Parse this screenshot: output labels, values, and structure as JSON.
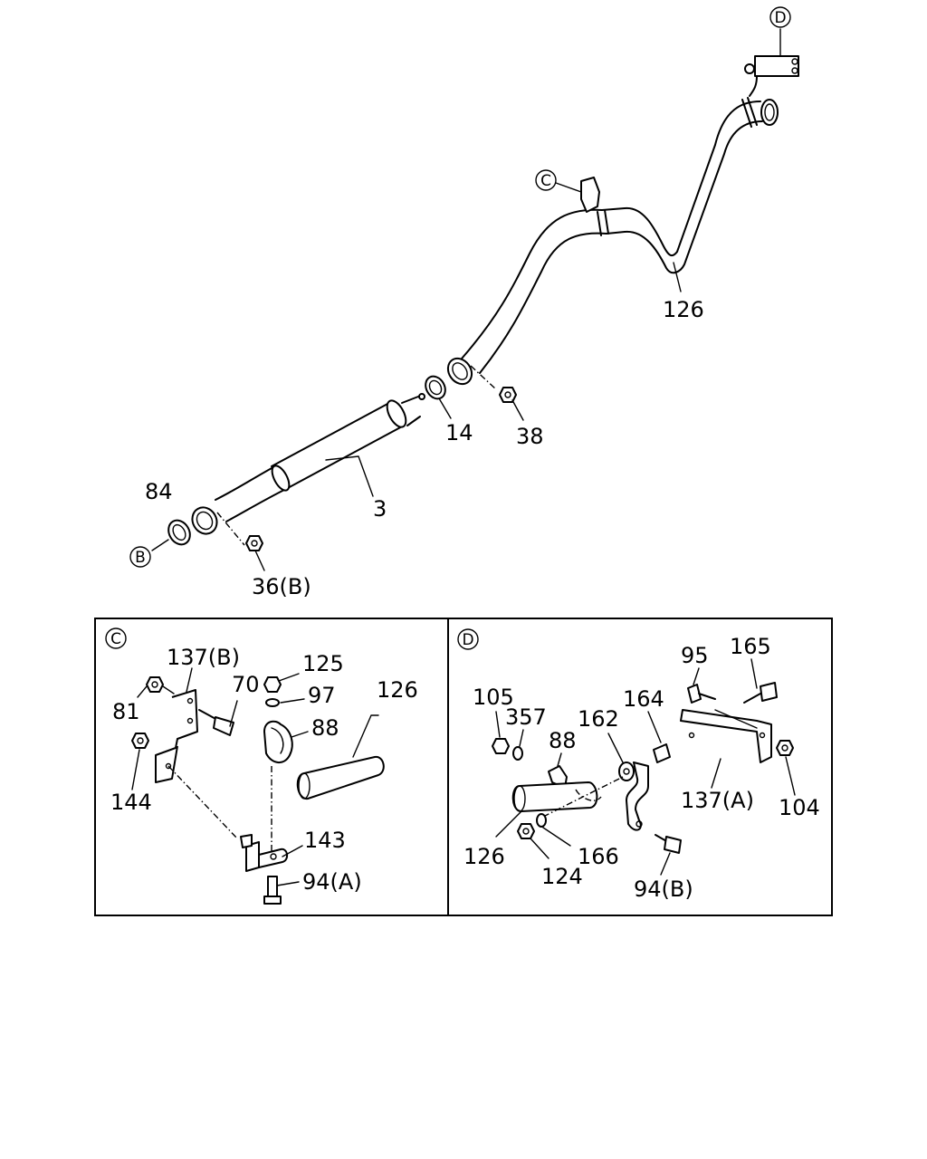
{
  "references": {
    "B": "B",
    "C": "C",
    "D": "D"
  },
  "main_labels": {
    "p126": "126",
    "p14": "14",
    "p38": "38",
    "p3": "3",
    "p84": "84",
    "p36b": "36(B)"
  },
  "panel_c": {
    "title": "C",
    "labels": {
      "p137b": "137(B)",
      "p125": "125",
      "p70": "70",
      "p97": "97",
      "p126": "126",
      "p81": "81",
      "p88": "88",
      "p144": "144",
      "p143": "143",
      "p94a": "94(A)"
    }
  },
  "panel_d": {
    "title": "D",
    "labels": {
      "p95": "95",
      "p165": "165",
      "p105": "105",
      "p357": "357",
      "p164": "164",
      "p162": "162",
      "p88": "88",
      "p137a": "137(A)",
      "p104": "104",
      "p126": "126",
      "p166": "166",
      "p124": "124",
      "p94b": "94(B)"
    }
  }
}
